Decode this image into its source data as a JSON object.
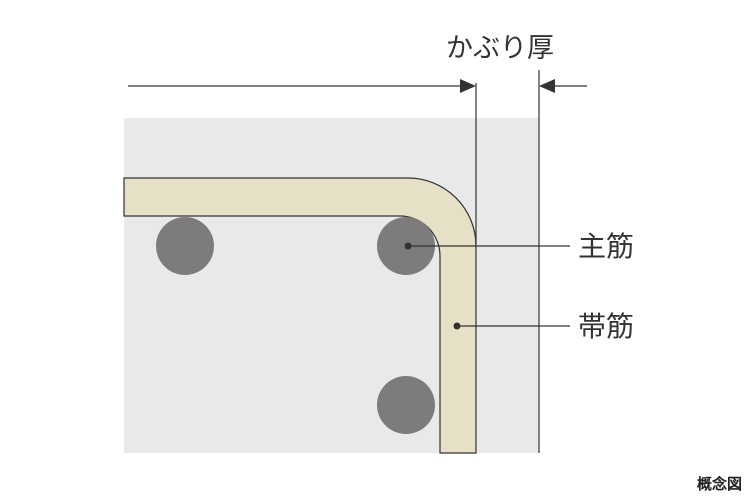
{
  "labels": {
    "cover_thickness": "かぶり厚",
    "main_rebar": "主筋",
    "hoop": "帯筋",
    "caption": "概念図"
  },
  "colors": {
    "concrete": "#e9e9e9",
    "hoop_fill": "#e6e0c6",
    "rebar": "#7d7b7c",
    "line": "#333333",
    "text": "#333333"
  }
}
